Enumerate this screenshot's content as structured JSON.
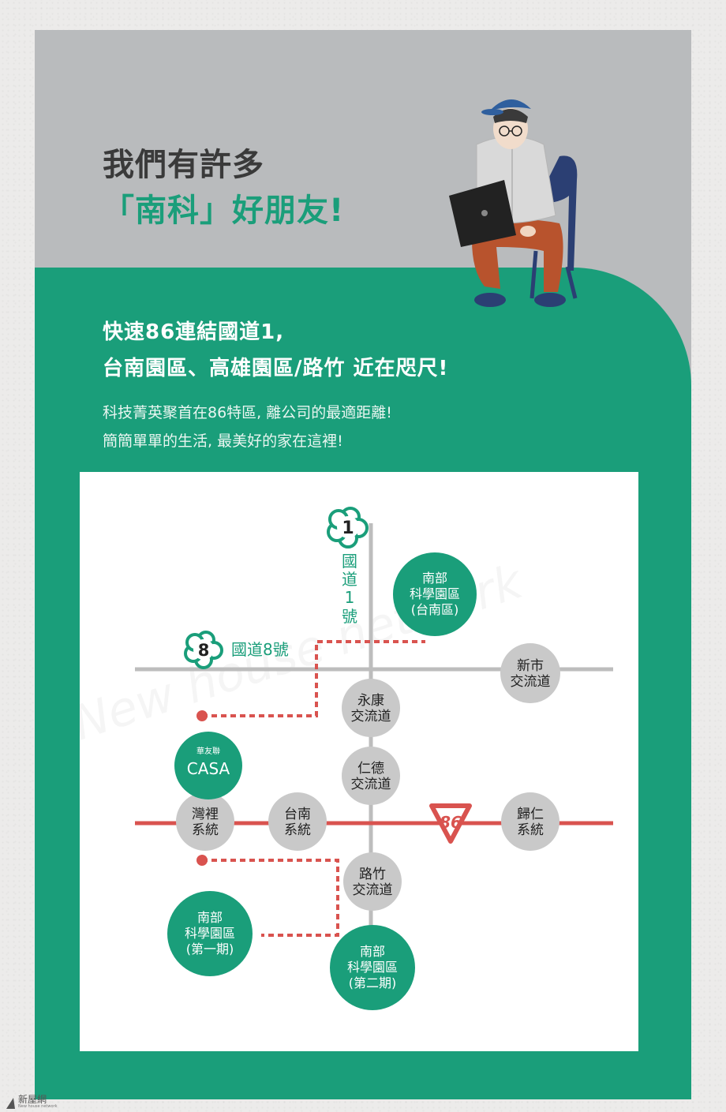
{
  "header": {
    "line1": "我們有許多",
    "line2": "「南科」好朋友!"
  },
  "subhead": {
    "line1": "快速86連結國道1,",
    "line2": "台南園區、高雄園區/路竹 近在咫尺!"
  },
  "body": {
    "line1": "科技菁英聚首在86特區, 離公司的最適距離!",
    "line2": "簡簡單單的生活, 最美好的家在這裡!"
  },
  "map": {
    "route1": {
      "badge": "1",
      "label": [
        "國",
        "道",
        "1",
        "號"
      ]
    },
    "route8": {
      "badge": "8",
      "label": "國道8號"
    },
    "route86": {
      "badge": "86"
    },
    "casa": {
      "top": "華友聯",
      "name": "CASA"
    },
    "nodes": {
      "tainan_park": [
        "南部",
        "科學園區",
        "(台南區)"
      ],
      "xinshi": [
        "新市",
        "交流道"
      ],
      "yongkang": [
        "永康",
        "交流道"
      ],
      "rende": [
        "仁德",
        "交流道"
      ],
      "wanli": [
        "灣裡",
        "系統"
      ],
      "tainan_sys": [
        "台南",
        "系統"
      ],
      "guiren": [
        "歸仁",
        "系統"
      ],
      "luzhu": [
        "路竹",
        "交流道"
      ],
      "park_phase1": [
        "南部",
        "科學園區",
        "(第一期)"
      ],
      "park_phase2": [
        "南部",
        "科學園區",
        "(第二期)"
      ]
    }
  },
  "footer": {
    "brand": "新屋網",
    "sub": "New house network"
  },
  "colors": {
    "green": "#1a9e7a",
    "gray_bg": "#b9bbbd",
    "red": "#d9534f",
    "node_gray": "#c9c9c9",
    "line_gray": "#bdbdbd"
  },
  "icons": [
    "student-laptop-illustration",
    "plum-blossom-route-badge",
    "hexagon-route-badge"
  ]
}
